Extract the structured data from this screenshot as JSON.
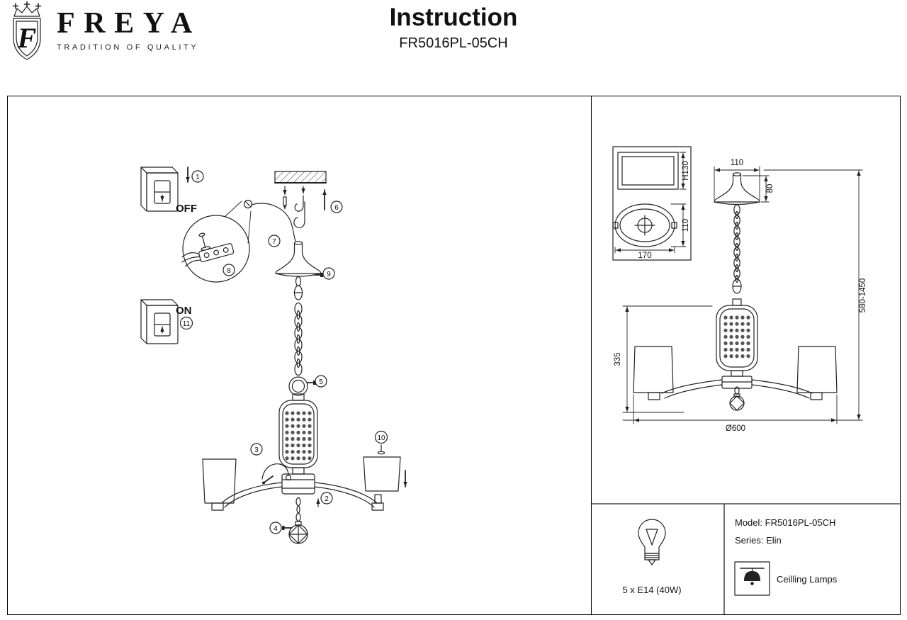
{
  "header": {
    "brand": "FREYA",
    "tagline": "TRADITION OF QUALITY",
    "crest_letter": "F",
    "title": "Instruction",
    "model_code": "FR5016PL-05CH"
  },
  "assembly": {
    "switch_off": "OFF",
    "switch_on": "ON",
    "steps": [
      "1",
      "2",
      "3",
      "4",
      "5",
      "6",
      "7",
      "8",
      "9",
      "10",
      "11"
    ]
  },
  "dims": {
    "mount_height": "H130",
    "mount_depth": "110",
    "mount_width": "170",
    "canopy_width": "110",
    "canopy_height": "80",
    "hang_range": "580-1450",
    "body_height": "335",
    "diameter": "Ø600"
  },
  "specs": {
    "bulb": "5 x E14 (40W)",
    "model": "Model: FR5016PL-05CH",
    "series": "Series: Elin",
    "category": "Ceilling Lamps"
  }
}
